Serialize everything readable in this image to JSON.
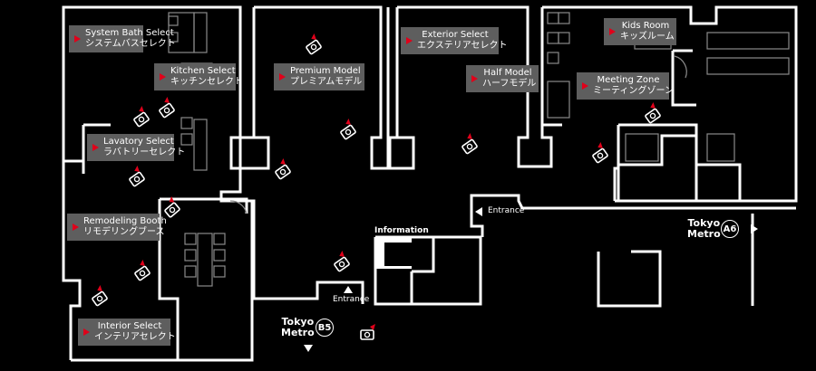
{
  "zones": [
    {
      "en": "System Bath Select",
      "ja": "システムバスセレクト"
    },
    {
      "en": "Kitchen Select",
      "ja": "キッチンセレクト"
    },
    {
      "en": "Lavatory Select",
      "ja": "ラバトリーセレクト"
    },
    {
      "en": "Remodeling Booth",
      "ja": "リモデリングブース"
    },
    {
      "en": "Interior Select",
      "ja": "インテリアセレクト"
    },
    {
      "en": "Premium Model",
      "ja": "プレミアムモデル"
    },
    {
      "en": "Exterior Select",
      "ja": "エクステリアセレクト"
    },
    {
      "en": "Half Model",
      "ja": "ハーフモデル"
    },
    {
      "en": "Kids Room",
      "ja": "キッズルーム"
    },
    {
      "en": "Meeting Zone",
      "ja": "ミーティングゾーン"
    }
  ],
  "entrances": {
    "east": "Entrance",
    "south": "Entrance"
  },
  "information": "Information",
  "metro": [
    {
      "line1": "Tokyo",
      "line2": "Metro",
      "exit": "A6"
    },
    {
      "line1": "Tokyo",
      "line2": "Metro",
      "exit": "B5"
    }
  ],
  "colors": {
    "background": "#000000",
    "walls": "#ffffff",
    "label_bg": "#5e5e5e",
    "marker": "#e0001a"
  },
  "icons": [
    "camera-icon",
    "arrow-right-icon",
    "arrow-down-icon",
    "arrow-up-icon",
    "arrow-left-icon"
  ]
}
